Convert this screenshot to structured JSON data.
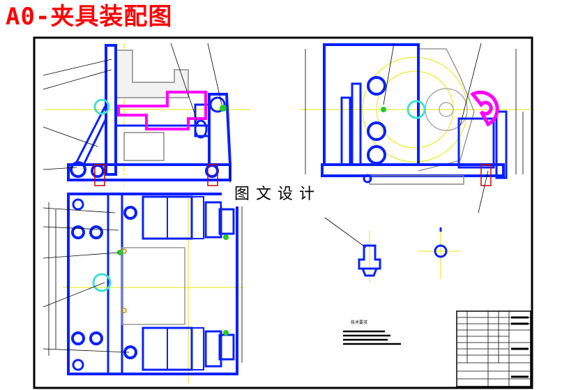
{
  "title": "A0-夹具装配图",
  "watermark": "图文设计",
  "tech_notes_title": "技术要求",
  "colors": {
    "frame": "#000000",
    "part_outline": "#0a20ff",
    "center_line": "#e6e600",
    "highlight_magenta": "#ff00ff",
    "highlight_cyan": "#40e0d0",
    "highlight_green": "#22cc22",
    "section_hatch": "#cc0000",
    "title_red": "#ff0000"
  }
}
